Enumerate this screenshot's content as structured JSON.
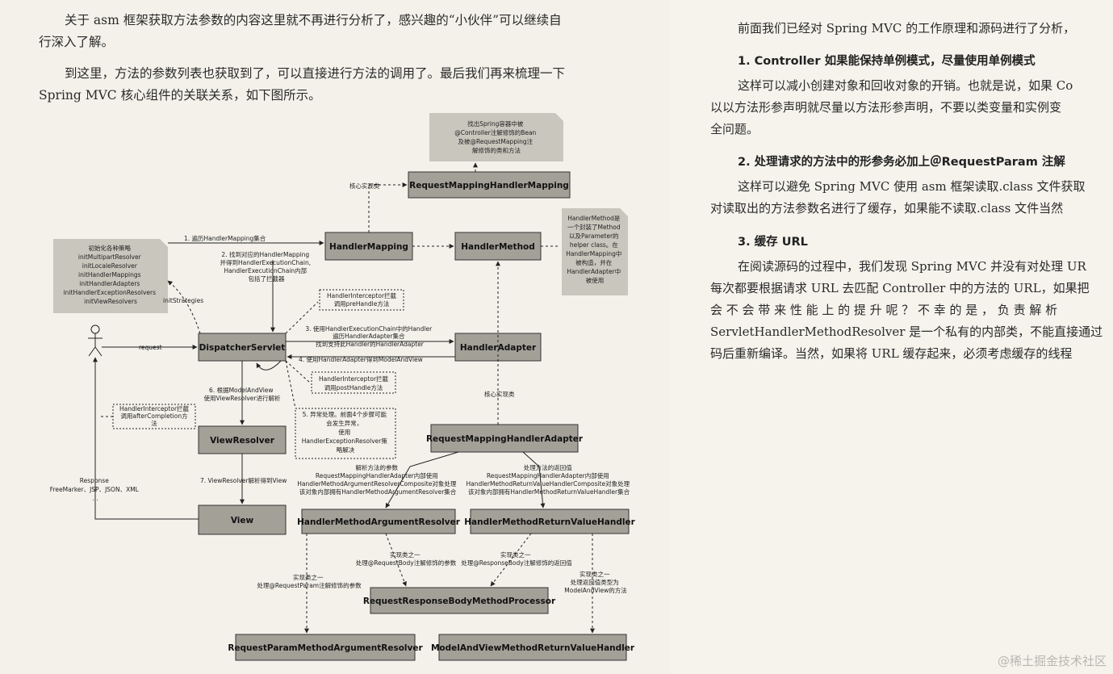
{
  "left": {
    "para1": [
      "关于 asm 框架获取方法参数的内容这里就不再进行分析了，感兴趣的“小伙伴”可以继续自",
      "行深入了解。"
    ],
    "para2": [
      "到这里，方法的参数列表也获取到了，可以直接进行方法的调用了。最后我们再来梳理一下",
      "Spring MVC 核心组件的关联关系，如下图所示。"
    ]
  },
  "diagram": {
    "boxes": {
      "rmhm": "RequestMappingHandlerMapping",
      "hm": "HandlerMapping",
      "hmeth": "HandlerMethod",
      "ds": "DispatcherServlet",
      "ha": "HandlerAdapter",
      "vr": "ViewResolver",
      "view": "View",
      "rmha": "RequestMappingHandlerAdapter",
      "hmar": "HandlerMethodArgumentResolver",
      "hmrvh": "HandlerMethodReturnValueHandler",
      "rrbmp": "RequestResponseBodyMethodProcessor",
      "rpmar": "RequestParamMethodArgumentResolver",
      "mavmrvh": "ModelAndViewMethodReturnValueHandler"
    },
    "notes": {
      "find_bean": [
        "找出Spring容器中被",
        "@Controller注解修饰的Bean",
        "及被@RequestMapping注",
        "解修饰的类和方法"
      ],
      "init": [
        "初始化各种策略",
        "initMultipartResolver",
        "initLocaleResolver",
        "initHandlerMappings",
        "initHandlerAdapters",
        "initHandlerExceptionResolvers",
        "initViewResolvers"
      ],
      "handler_method": [
        "HandlerMethod是",
        "一个封装了Method",
        "以及Parameter的",
        "helper class。在",
        "HandlerMapping中",
        "被构造，并在",
        "HandlerAdapter中",
        "被使用"
      ],
      "pre_handle": [
        "HandlerInterceptor拦截",
        "调用preHandle方法"
      ],
      "post_handle": [
        "HandlerInterceptor拦截",
        "调用postHandle方法"
      ],
      "after_completion": [
        "HandlerInterceptor拦截",
        "调用afterCompletion方",
        "法"
      ],
      "exception": [
        "5. 异常处理。前面4个步骤可能",
        "会发生异常，",
        "使用",
        "HandlerExceptionResolver策",
        "略解决"
      ]
    },
    "labels": {
      "core_impl_top": "核心实现类",
      "core_impl_mid": "核心实现类",
      "step1": "1. 遍历HandlerMapping集合",
      "step2": [
        "2. 找到对应的HandlerMapping",
        "并得到HandlerExecutionChain,",
        "HandlerExecutionChain内部",
        "包括了拦截器"
      ],
      "step3": [
        "3. 使用HandlerExecutionChain中的Handler",
        "遍历HandlerAdapter集合",
        "找到支持此Handler的HandlerAdapter"
      ],
      "step4": "4. 使用HandlerAdapter得到ModelAndView",
      "step6": [
        "6. 根据ModelAndView",
        "使用ViewResolver进行解析"
      ],
      "step7": "7. ViewResolver解析得到View",
      "init_strategies": "initStrategies",
      "request": "request",
      "response": [
        "Response",
        "FreeMarker、JSP、JSON、XML",
        "..."
      ],
      "parse_args": [
        "解析方法的参数",
        "RequestMappingHandlerAdapter内部使用",
        "HandlerMethodArgumentResolverComposite对象处理",
        "该对象内部拥有HandlerMethodArgumentResolver集合"
      ],
      "handle_return": [
        "处理方法的返回值",
        "RequestMappingHandlerAdapter内部使用",
        "HandlerMethodReturnValueHandlerComposite对象处理",
        "该对象内部拥有HandlerMethodReturnValueHandler集合"
      ],
      "impl_a": [
        "实现类之一",
        "处理@RequestParam注解修饰的参数"
      ],
      "impl_b": [
        "实现类之一",
        "处理@RequestBody注解修饰的参数"
      ],
      "impl_c": [
        "实现类之一",
        "处理@ResponseBody注解修饰的返回值"
      ],
      "impl_d": [
        "实现类之一",
        "处理返回值类型为",
        "ModelAndView的方法"
      ]
    }
  },
  "right": {
    "intro": "前面我们已经对 Spring MVC 的工作原理和源码进行了分析，",
    "h1": "1. Controller 如果能保持单例模式，尽量使用单例模式",
    "p1": [
      "这样可以减小创建对象和回收对象的开销。也就是说，如果 Co",
      "以以方法形参声明就尽量以方法形参声明，不要以类变量和实例变",
      "全问题。"
    ],
    "h2": "2. 处理请求的方法中的形参务必加上＠RequestParam 注解",
    "p2": [
      "这样可以避免 Spring MVC 使用 asm 框架读取.class 文件获取",
      "对读取出的方法参数名进行了缓存，如果能不读取.class 文件当然"
    ],
    "h3": "3. 缓存 URL",
    "p3": [
      "在阅读源码的过程中，我们发现 Spring MVC 并没有对处理 UR",
      "每次都要根据请求 URL 去匹配 Controller 中的方法的 URL，如果把",
      "会 不 会 带 来 性 能 上 的 提 升 呢 ？ 不 幸 的 是 ， 负 责 解 析",
      "ServletHandlerMethodResolver 是一个私有的内部类，不能直接通过",
      "码后重新编译。当然，如果将 URL 缓存起来，必须考虑缓存的线程"
    ]
  },
  "watermark": "@稀土掘金技术社区"
}
